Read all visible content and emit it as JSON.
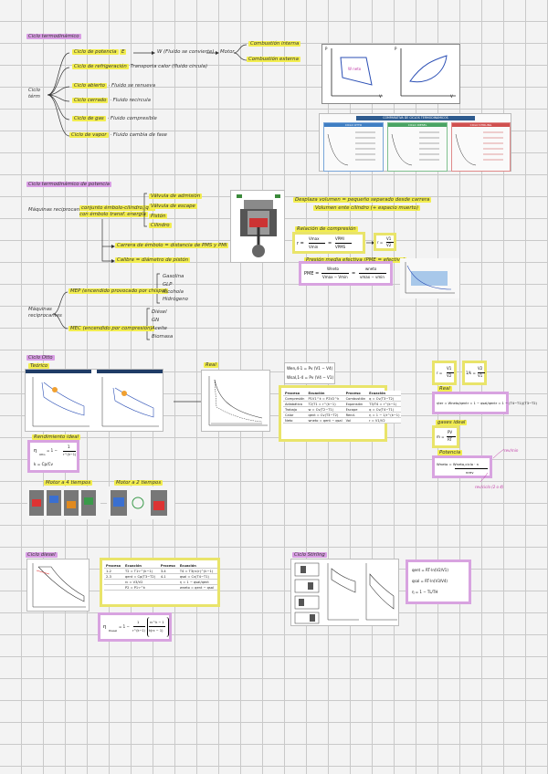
{
  "sec1": {
    "title": "Ciclo termodinámico",
    "root": "Ciclo\ntérm",
    "branches": [
      "Ciclo de potencia",
      "Ciclo de refrigeración",
      "Ciclo abierto",
      "Ciclo cerrado",
      "Ciclo de gas",
      "Ciclo de vapor"
    ],
    "branch_notes": [
      "",
      "Transporta calor (fluido circula)",
      "Fluido se renueva",
      "Fluido recircula",
      "Fluido compresible",
      "Fluido cambia de fase"
    ],
    "potencia_chain": [
      "E",
      "W (Fluido se convierte)",
      "Motor"
    ],
    "motor_types": [
      "Combustión interna",
      "Combustión externa"
    ],
    "pv_axis": "P",
    "v_axis": "V",
    "wneto": "W neto",
    "card_title": "COMPARATIVA DE CICLOS TERMODINÁMICOS",
    "card_cols": [
      "CICLO OTTO",
      "CICLO DIESEL",
      "CICLO STIRLING"
    ]
  },
  "sec2": {
    "title": "Ciclo termodinámico de potencia",
    "maquinas": "Máquinas reciprocantes",
    "maquinas_note": "conjunto émbolo-cilindro, que\ncon émbolo transf. energía",
    "parts": [
      "Válvula de admisión",
      "Válvula de escape",
      "Pistón",
      "Cilindro"
    ],
    "carrera": "Carrera de émbolo = distancia de PMS y PMI",
    "calibre": "Calibre = diámetro de pistón",
    "volumes": "Desplaza volumen = pequeño separado desde carrera",
    "volumes2": "Volumen ente cilindro (+ espacio muerto)",
    "relacion": "Relación de compresión",
    "r_eq_lhs": "r =",
    "r_num1": "Vmax",
    "r_den1": "Vmin",
    "r_eq2": "=",
    "r_num2": "VPMI",
    "r_den2": "VPMS",
    "r_simple_num": "V1",
    "r_simple_den": "V2",
    "r_simple_lhs": "r =",
    "pme_title": "Presión media efectiva (PME = efectiva)",
    "pme_lhs": "PME =",
    "pme_num": "Wneto",
    "pme_den": "Vmax − Vmin",
    "pme_eq": "=",
    "pme_num2": "wneto",
    "pme_den2": "vmax − vmin",
    "motors_root": "Máquinas\nreciprocantes",
    "mep": "MEP (encendido provocado por chispa)",
    "mec": "MEC (encendido por compresión)",
    "mep_list": [
      "Gasolina",
      "GLP",
      "Alcohola",
      "Hidrógeno"
    ],
    "mec_list": [
      "Diésel",
      "GN",
      "Aceite",
      "Biomasa"
    ]
  },
  "sec3": {
    "title": "Ciclo Otto",
    "teorico": "Teórico",
    "real": "Real",
    "rend_title": "Rendimiento ideal",
    "eta_lhs": "η",
    "eta_sub": "Otto",
    "eta_eq": "= 1 −",
    "eta_num": "1",
    "eta_den": "r^(k−1)",
    "k_line": "k = Cp/Cv",
    "motor4": "Motor a 4 tiempos",
    "motor2": "Motor a 2 tiempos",
    "w_in": "Wen,4-1 = Pv (V1 − V4)",
    "w_out": "Wsal,1-4 = Pv (V4 − V1)",
    "r_box": "r =",
    "r_box_num": "V1",
    "r_box_den": "V2",
    "k_box": "1/k =",
    "k_box_num": "V2",
    "k_box_den": "V1",
    "real_title": "Real",
    "eta_real": "ηter = Wneto/qentr = 1 − qsal/qentr = 1 − (T4−T1)/(T3−T2)",
    "pot_title": "Potencia",
    "pot_eq": "Wneto = Wneto,ciclo · n",
    "pot_den": "nrev",
    "gas_title": "gases ideal",
    "gas_eq": "m =",
    "gas_num": "PV",
    "gas_den": "RT",
    "ann1": "rev/min",
    "ann2": "rev/ciclo (2 o 4)",
    "table_rows": [
      [
        "Proceso",
        "Ecuación",
        "Proceso",
        "Ecuación"
      ],
      [
        "Compresión",
        "P1V1^k = P2V2^k",
        "Combustión",
        "q = Cv(T3−T2)"
      ],
      [
        "Adiabática",
        "T2/T1 = r^(k−1)",
        "Expansión",
        "T3/T4 = r^(k−1)"
      ],
      [
        "Trabajo",
        "w = Cv(T2−T1)",
        "Escape",
        "q = Cv(T4−T1)"
      ],
      [
        "Calor",
        "qent = Cv(T3−T2)",
        "Rend.",
        "η = 1 − 1/r^(k−1)"
      ],
      [
        "Neto",
        "wneto = qent − qsal",
        "Vol",
        "r = V1/V2"
      ]
    ]
  },
  "sec4": {
    "title": "Ciclo diesel",
    "eta_lhs": "η",
    "eta_sub": "Diesel",
    "eta_eq": "= 1 −",
    "eta_num": "1",
    "eta_den": "r^(k−1)",
    "eta_bnum": "rc^k − 1",
    "eta_bden": "k(rc − 1)",
    "table_rows": [
      [
        "Proceso",
        "Ecuación",
        "Proceso",
        "Ecuación"
      ],
      [
        "1-2",
        "T2 = T1·r^(k−1)",
        "3-4",
        "T4 = T3(rc/r)^(k−1)"
      ],
      [
        "2-3",
        "qent = Cp(T3−T2)",
        "4-1",
        "qsal = Cv(T4−T1)"
      ],
      [
        "",
        "rc = V3/V2",
        "",
        "η = 1 − qsal/qent"
      ],
      [
        "",
        "P2 = P1·r^k",
        "",
        "wneto = qent − qsal"
      ]
    ]
  },
  "sec5": {
    "title": "Ciclo Stirling",
    "box_lines": [
      "qent = RT·ln(V2/V1)",
      "qsal = RT·ln(V3/V4)",
      "η = 1 − TL/TH"
    ]
  }
}
